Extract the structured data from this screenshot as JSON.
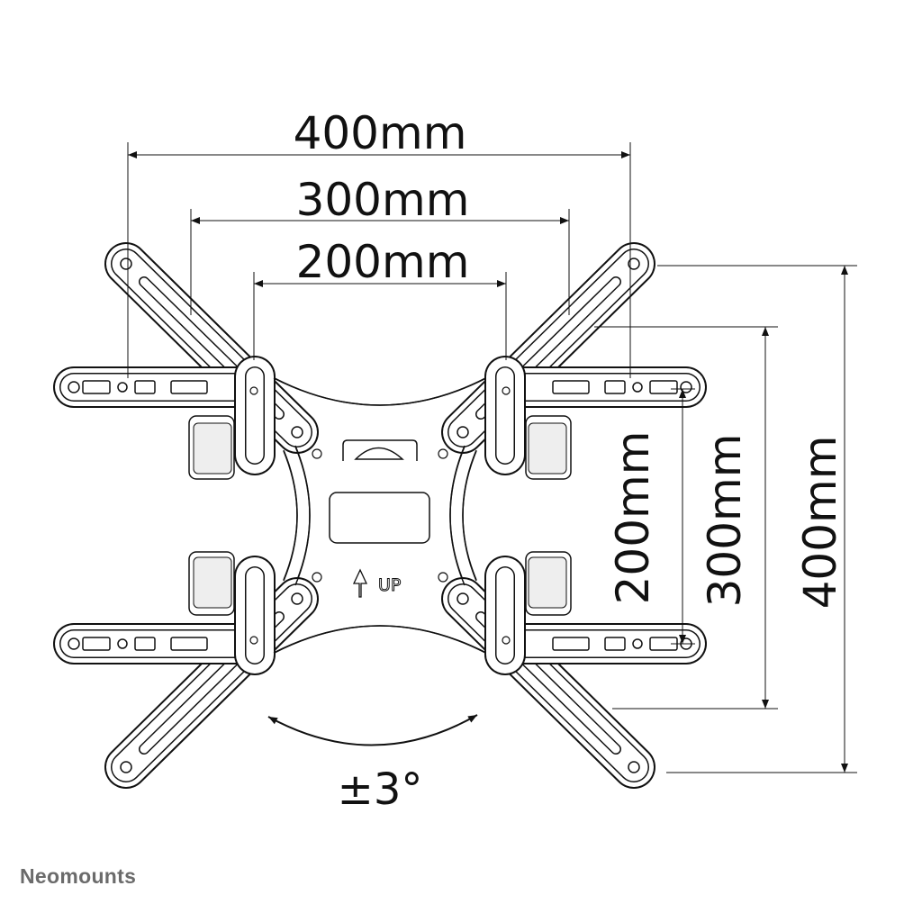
{
  "dimensions": {
    "horizontal": [
      "400mm",
      "300mm",
      "200mm"
    ],
    "vertical": [
      "200mm",
      "300mm",
      "400mm"
    ]
  },
  "plate_label": "UP",
  "tilt_label": "±3°",
  "brand": "Neomounts"
}
